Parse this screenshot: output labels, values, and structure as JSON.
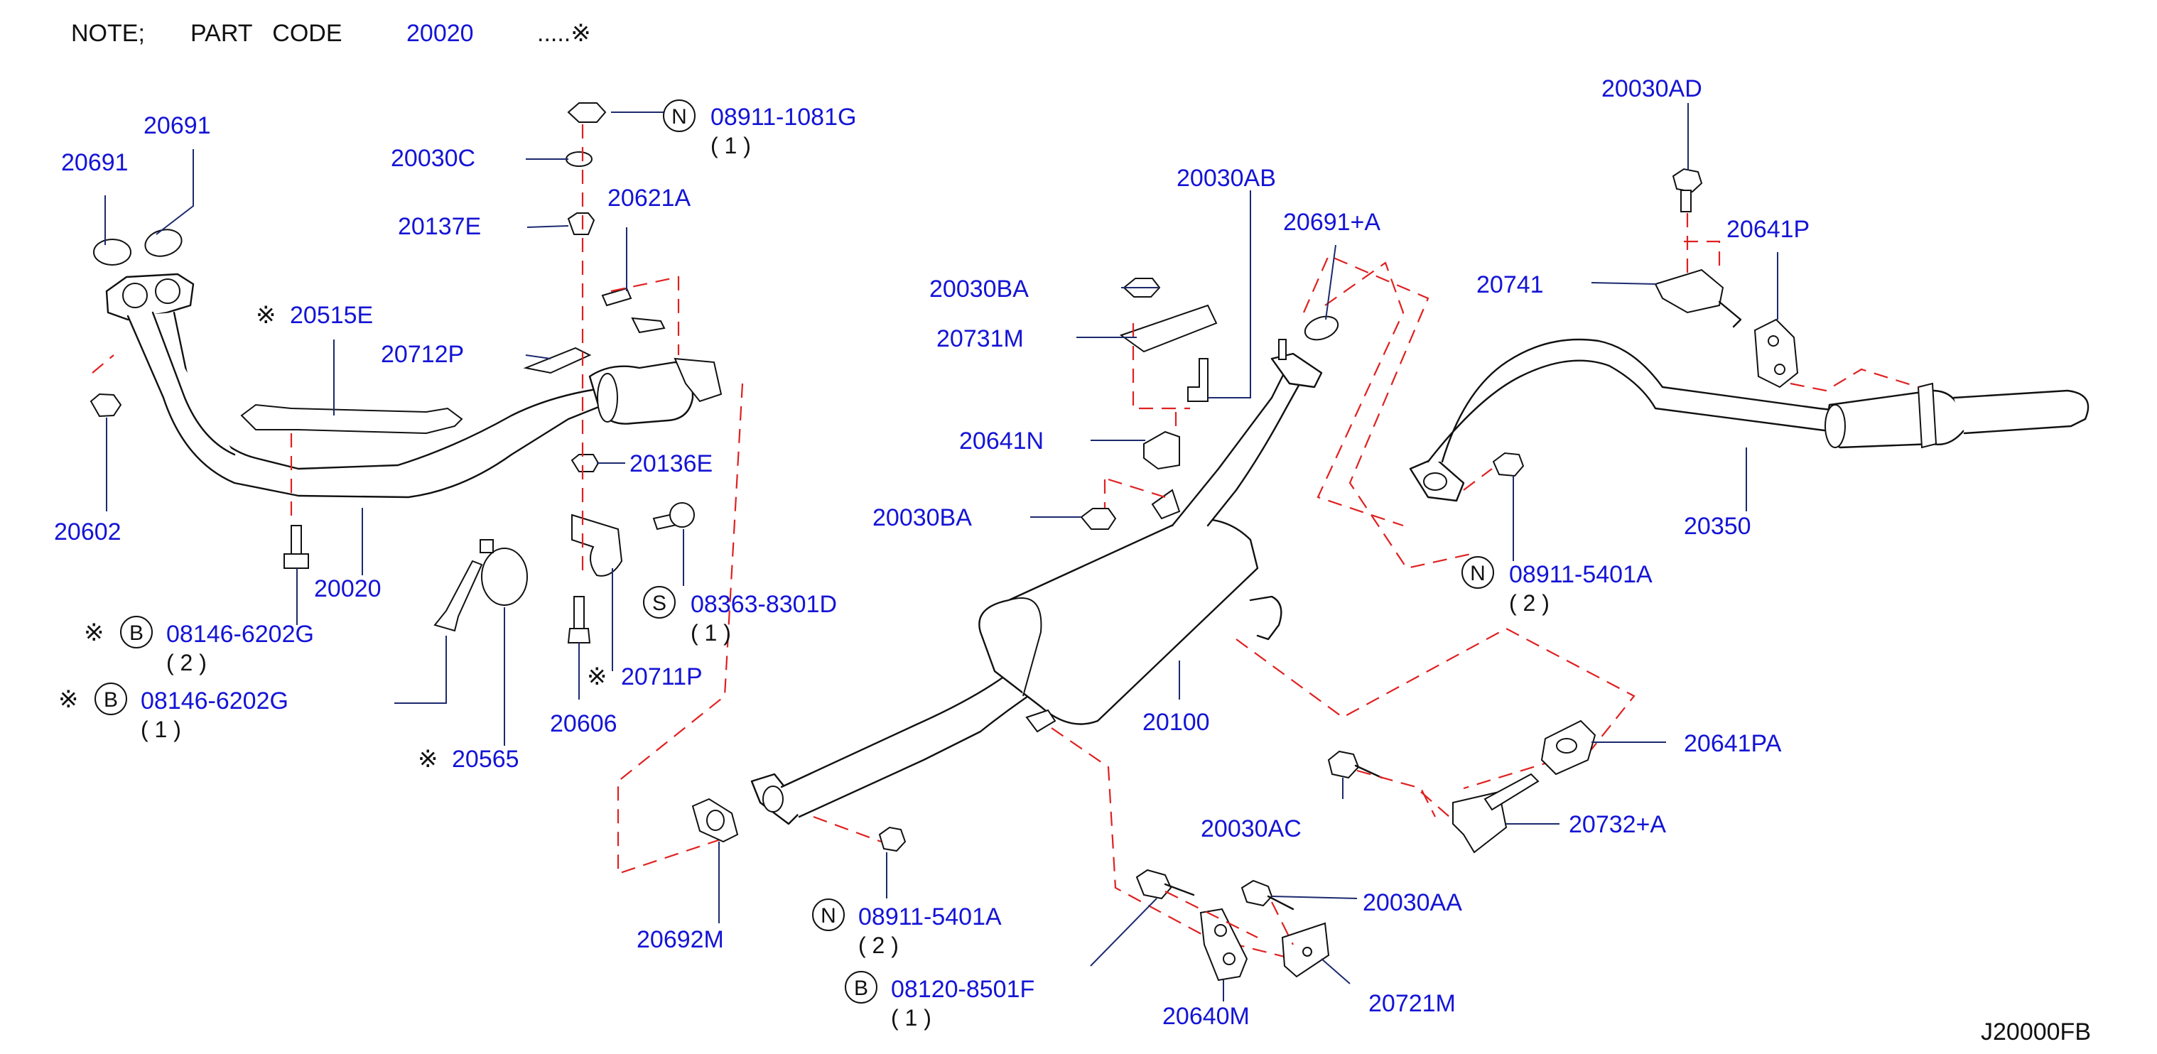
{
  "note": {
    "prefix": "NOTE;",
    "label": "PART   CODE",
    "code": "20020",
    "mark": ".....※"
  },
  "diagram_code": "J20000FB",
  "callouts": [
    {
      "id": "20691-a",
      "text": "20691"
    },
    {
      "id": "20691-b",
      "text": "20691"
    },
    {
      "id": "20602",
      "text": "20602"
    },
    {
      "id": "20515E",
      "text": "20515E",
      "star": "※"
    },
    {
      "id": "20020",
      "text": "20020"
    },
    {
      "id": "20030C",
      "text": "20030C"
    },
    {
      "id": "20137E",
      "text": "20137E"
    },
    {
      "id": "20621A",
      "text": "20621A"
    },
    {
      "id": "20712P",
      "text": "20712P"
    },
    {
      "id": "20136E",
      "text": "20136E"
    },
    {
      "id": "20711P",
      "text": "20711P",
      "star": "※"
    },
    {
      "id": "20606",
      "text": "20606"
    },
    {
      "id": "20565",
      "text": "20565",
      "star": "※"
    },
    {
      "id": "08911-1081G",
      "text": "08911-1081G",
      "letter": "N",
      "qty": "( 1 )"
    },
    {
      "id": "08363-8301D",
      "text": "08363-8301D",
      "letter": "S",
      "qty": "( 1 )"
    },
    {
      "id": "08146-6202G-2",
      "text": "08146-6202G",
      "letter": "B",
      "qty": "( 2 )",
      "star": "※"
    },
    {
      "id": "08146-6202G-1",
      "text": "08146-6202G",
      "letter": "B",
      "qty": "( 1 )",
      "star": "※"
    },
    {
      "id": "20030BA-top",
      "text": "20030BA"
    },
    {
      "id": "20731M",
      "text": "20731M"
    },
    {
      "id": "20641N",
      "text": "20641N"
    },
    {
      "id": "20030BA-bot",
      "text": "20030BA"
    },
    {
      "id": "20030AB",
      "text": "20030AB"
    },
    {
      "id": "20691+A",
      "text": "20691+A"
    },
    {
      "id": "20100",
      "text": "20100"
    },
    {
      "id": "20692M",
      "text": "20692M"
    },
    {
      "id": "08911-5401A-low",
      "text": "08911-5401A",
      "letter": "N",
      "qty": "( 2 )"
    },
    {
      "id": "08120-8501F",
      "text": "08120-8501F",
      "letter": "B",
      "qty": "( 1 )"
    },
    {
      "id": "20640M",
      "text": "20640M"
    },
    {
      "id": "20030AA",
      "text": "20030AA"
    },
    {
      "id": "20721M",
      "text": "20721M"
    },
    {
      "id": "20030AC",
      "text": "20030AC"
    },
    {
      "id": "20732+A",
      "text": "20732+A"
    },
    {
      "id": "20641PA",
      "text": "20641PA"
    },
    {
      "id": "20030AD",
      "text": "20030AD"
    },
    {
      "id": "20741",
      "text": "20741"
    },
    {
      "id": "20641P",
      "text": "20641P"
    },
    {
      "id": "20350",
      "text": "20350"
    },
    {
      "id": "08911-5401A-right",
      "text": "08911-5401A",
      "letter": "N",
      "qty": "( 2 )"
    }
  ]
}
